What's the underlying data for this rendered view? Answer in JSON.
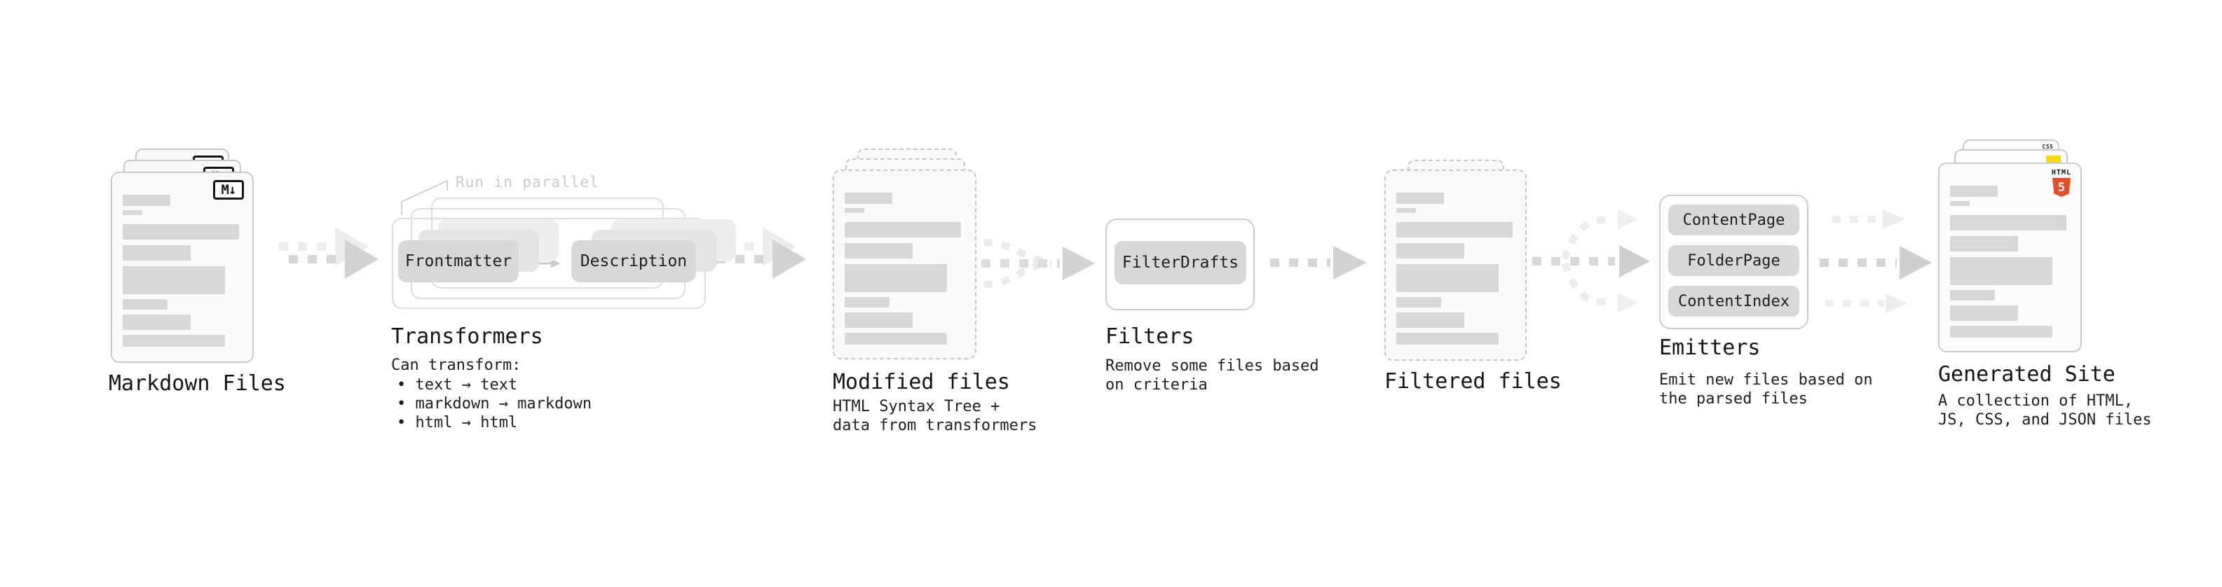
{
  "sections": {
    "markdown": {
      "title": "Markdown Files"
    },
    "transformers": {
      "title": "Transformers",
      "annotation": "Run in parallel",
      "pill_left": "Frontmatter",
      "pill_right": "Description",
      "body": "Can transform:",
      "bullets": [
        "• text → text",
        "• markdown → markdown",
        "• html → html"
      ]
    },
    "modified": {
      "title": "Modified files",
      "subtitle": "HTML Syntax Tree +\ndata from transformers"
    },
    "filters": {
      "title": "Filters",
      "pill": "FilterDrafts",
      "subtitle": "Remove some files based\non criteria"
    },
    "filtered": {
      "title": "Filtered files"
    },
    "emitters": {
      "title": "Emitters",
      "pills": [
        "ContentPage",
        "FolderPage",
        "ContentIndex"
      ],
      "subtitle": "Emit new files based on\nthe parsed files"
    },
    "generated": {
      "title": "Generated Site",
      "subtitle": "A collection of HTML,\nJS, CSS, and JSON files"
    }
  },
  "badges": {
    "markdown_glyph": "M↓",
    "css_label": "CSS",
    "html_label": "HTML",
    "html_number": "5"
  },
  "colors": {
    "bar_gray": "#d7d7d7",
    "pill_gray": "#d8d8d8",
    "card_border": "#c9c9c9",
    "annotation_gray": "#c9c9c9",
    "html5_orange": "#e44d26",
    "css_blue": "#2b6fe3",
    "js_yellow": "#ffd900"
  }
}
